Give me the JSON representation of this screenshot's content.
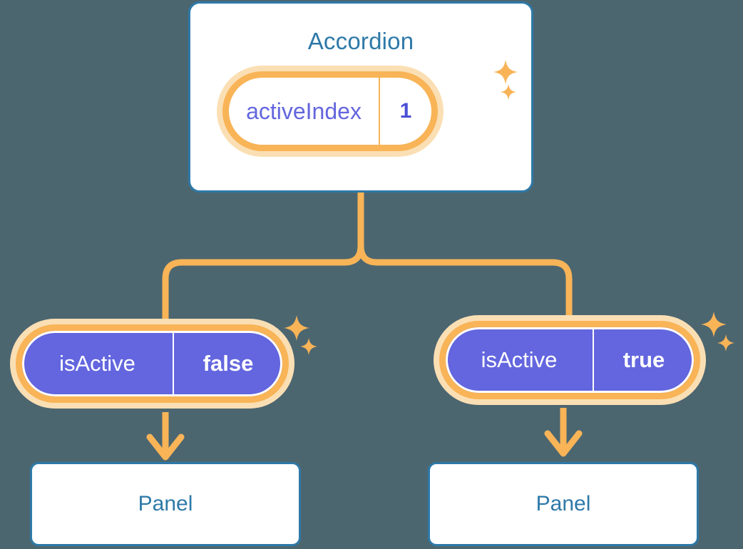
{
  "diagram": {
    "type": "component-state-tree",
    "background_color": "#4c6670",
    "accent_blue": "#2e79a8",
    "accent_orange": "#f8b457",
    "accent_orange_halo": "#fbdfb4",
    "accent_purple": "#6366de"
  },
  "root": {
    "title": "Accordion",
    "state": {
      "key": "activeIndex",
      "value": "1"
    }
  },
  "children": [
    {
      "state": {
        "key": "isActive",
        "value": "false"
      },
      "panel": {
        "title": "Panel"
      }
    },
    {
      "state": {
        "key": "isActive",
        "value": "true"
      },
      "panel": {
        "title": "Panel"
      }
    }
  ],
  "icons": {
    "sparkle": "sparkle-icon",
    "arrow_down": "arrow-down-icon",
    "branch": "branch-connector"
  }
}
